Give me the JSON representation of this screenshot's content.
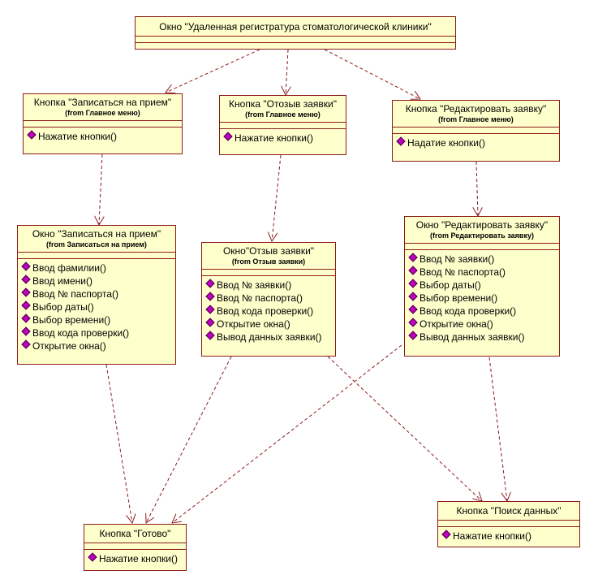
{
  "classes": {
    "main": {
      "name": "Окно \"Удаленная регистратура стоматологической клиники\"",
      "from": "",
      "ops": []
    },
    "btn_register": {
      "name": "Кнопка \"Записаться на прием\"",
      "from": "(from Главное меню)",
      "ops": [
        "Нажатие кнопки()"
      ]
    },
    "btn_withdraw": {
      "name": "Кнопка \"Отозыв заявки\"",
      "from": "(from Главное меню)",
      "ops": [
        "Нажатие кнопки()"
      ]
    },
    "btn_edit": {
      "name": "Кнопка \"Редактировать заявку\"",
      "from": "(from Главное меню)",
      "ops": [
        "Надатие кнопки()"
      ]
    },
    "win_register": {
      "name": "Окно \"Записаться на прием\"",
      "from": "(from Записаться на прием)",
      "ops": [
        "Ввод фамилии()",
        "Ввод имени()",
        "Ввод № паспорта()",
        "Выбор даты()",
        "Выбор времени()",
        "Ввод кода проверки()",
        "Открытие окна()"
      ]
    },
    "win_withdraw": {
      "name": "Окно\"Отзыв заявки\"",
      "from": "(from Отзыв заявки)",
      "ops": [
        "Ввод № заявки()",
        "Ввод № паспорта()",
        "Ввод кода проверки()",
        "Открытие окна()",
        "Вывод данных заявки()"
      ]
    },
    "win_edit": {
      "name": "Окно \"Редактировать заявку\"",
      "from": "(from Редактировать заявку)",
      "ops": [
        "Ввод № заявки()",
        "Ввод № паспорта()",
        "Выбор даты()",
        "Выбор времени()",
        "Ввод кода проверки()",
        "Открытие окна()",
        "Вывод данных заявки()"
      ]
    },
    "btn_done": {
      "name": "Кнопка \"Готово\"",
      "from": "",
      "ops": [
        "Нажатие кнопки()"
      ]
    },
    "btn_search": {
      "name": "Кнопка \"Поиск данных\"",
      "from": "",
      "ops": [
        "Нажатие кнопки()"
      ]
    }
  },
  "colors": {
    "fill": "#ffffcc",
    "border": "#8b1a1a",
    "edge": "#8b1a1a",
    "operation_marker": "#c000c0"
  }
}
